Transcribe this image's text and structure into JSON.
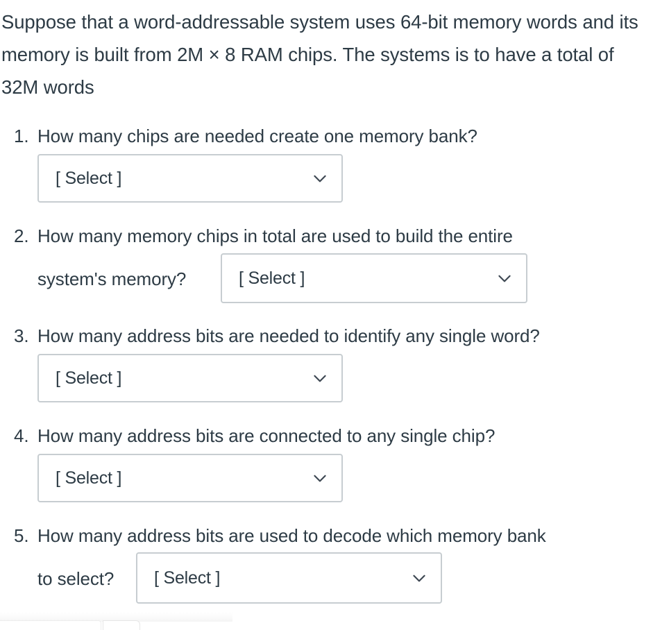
{
  "page": {
    "background_color": "#ffffff",
    "text_color": "#2d3b45",
    "border_color": "#c7cdd1"
  },
  "intro": {
    "text": "Suppose that a word-addressable system uses 64-bit memory words and its memory is built from 2M × 8 RAM chips. The systems is to have a total of 32M words"
  },
  "select_placeholder": "[ Select ]",
  "questions": [
    {
      "number": "1.",
      "text": "How many chips are needed create one memory bank?",
      "text_part_1": "How many chips are needed create one memory bank?",
      "text_part_2": "",
      "select_value": "[ Select ]",
      "select_layout": "below",
      "icon": "chevron-down-icon"
    },
    {
      "number": "2.",
      "text": "How many memory chips in total are used to build the entire system's memory?",
      "text_part_1": "How many memory chips in total are used to build the entire",
      "text_part_2": "system's memory?",
      "select_value": "[ Select ]",
      "select_layout": "inline",
      "icon": "chevron-down-icon"
    },
    {
      "number": "3.",
      "text": "How many address bits are needed to identify any single word?",
      "text_part_1": "How many address bits are needed to identify any single word?",
      "text_part_2": "",
      "select_value": "[ Select ]",
      "select_layout": "below",
      "icon": "chevron-down-icon"
    },
    {
      "number": "4.",
      "text": "How many address bits are connected to any single chip?",
      "text_part_1": "How many address bits are connected to any single chip?",
      "text_part_2": "",
      "select_value": "[ Select ]",
      "select_layout": "below",
      "icon": "chevron-down-icon"
    },
    {
      "number": "5.",
      "text": "How many address bits are used to decode which memory bank to select?",
      "text_part_1": "How many address bits are used to decode which memory bank",
      "text_part_2": "to select?",
      "select_value": "[ Select ]",
      "select_layout": "inline",
      "icon": "chevron-down-icon"
    }
  ]
}
